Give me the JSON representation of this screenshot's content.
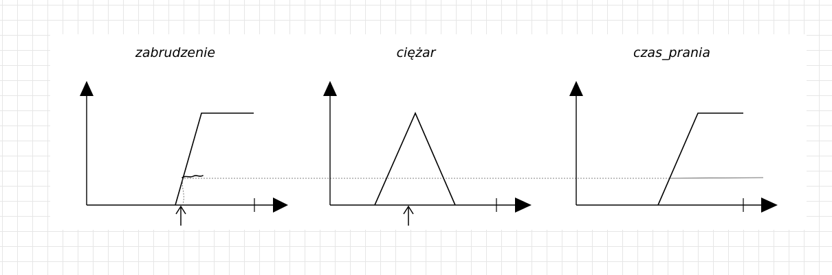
{
  "diagram": {
    "panels": [
      {
        "id": "zabrudzenie",
        "title": "zabrudzenie",
        "shape": "rising-ramp",
        "input_marker": true
      },
      {
        "id": "ciezar",
        "title": "ciężar",
        "shape": "triangle",
        "input_marker": true
      },
      {
        "id": "czas_prania",
        "title": "czas_prania",
        "shape": "rising-ramp",
        "input_marker": false
      }
    ],
    "connector": "dashed horizontal level line across panels",
    "colors": {
      "line": "#000000",
      "guide": "#555555",
      "grid": "#e6e6e6"
    }
  }
}
